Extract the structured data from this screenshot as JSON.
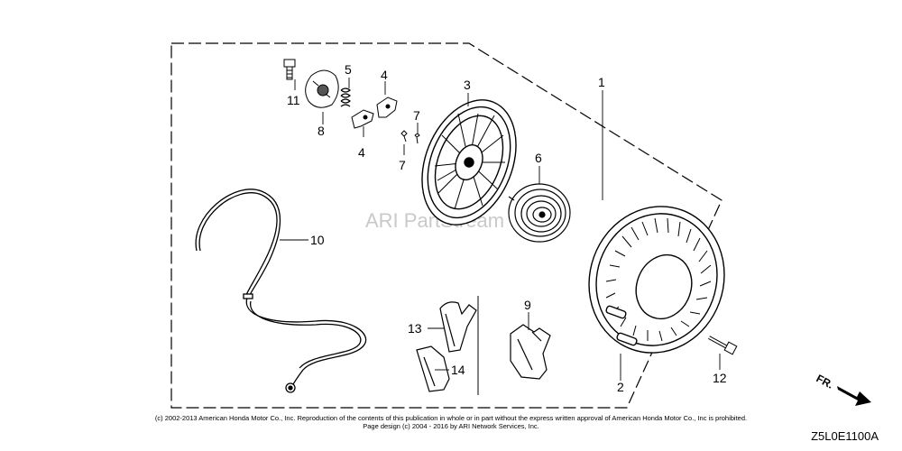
{
  "watermark": "ARI PartStream",
  "direction_label": "FR.",
  "copyright_line1": "(c) 2002-2013 American Honda Motor Co., Inc. Reproduction of the contents of this publication in whole or in part without the express written approval of American Honda Motor Co., Inc is prohibited.",
  "copyright_line2": "Page design (c) 2004 - 2016 by ARI Network Services, Inc.",
  "diagram_ref": "Z5L0E1100A",
  "callouts": {
    "c1": "1",
    "c2": "2",
    "c3": "3",
    "c4a": "4",
    "c4b": "4",
    "c5": "5",
    "c6": "6",
    "c7a": "7",
    "c7b": "7",
    "c8": "8",
    "c9": "9",
    "c10": "10",
    "c11": "11",
    "c12": "12",
    "c13": "13",
    "c14": "14"
  }
}
